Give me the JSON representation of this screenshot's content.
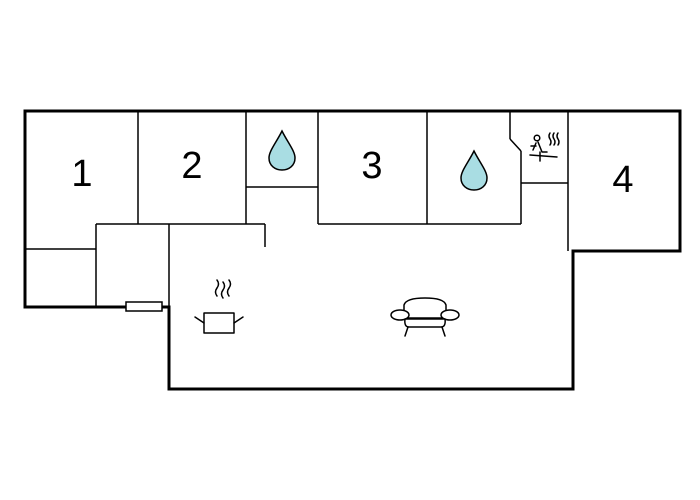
{
  "floorplan": {
    "rooms": [
      {
        "id": "bedroom-1",
        "label": "1",
        "type": "bedroom"
      },
      {
        "id": "bedroom-2",
        "label": "2",
        "type": "bedroom"
      },
      {
        "id": "bedroom-3",
        "label": "3",
        "type": "bedroom"
      },
      {
        "id": "bedroom-4",
        "label": "4",
        "type": "bedroom"
      }
    ],
    "icons": [
      {
        "name": "water-drop-icon",
        "meaning": "bathroom"
      },
      {
        "name": "water-drop-icon",
        "meaning": "bathroom"
      },
      {
        "name": "sauna-icon",
        "meaning": "sauna"
      },
      {
        "name": "cooking-pot-icon",
        "meaning": "kitchen"
      },
      {
        "name": "sofa-icon",
        "meaning": "living room"
      },
      {
        "name": "radiator-icon",
        "meaning": "heater"
      }
    ],
    "colors": {
      "wall": "#000000",
      "water_drop": "#a9dde3",
      "background": "#ffffff"
    }
  }
}
